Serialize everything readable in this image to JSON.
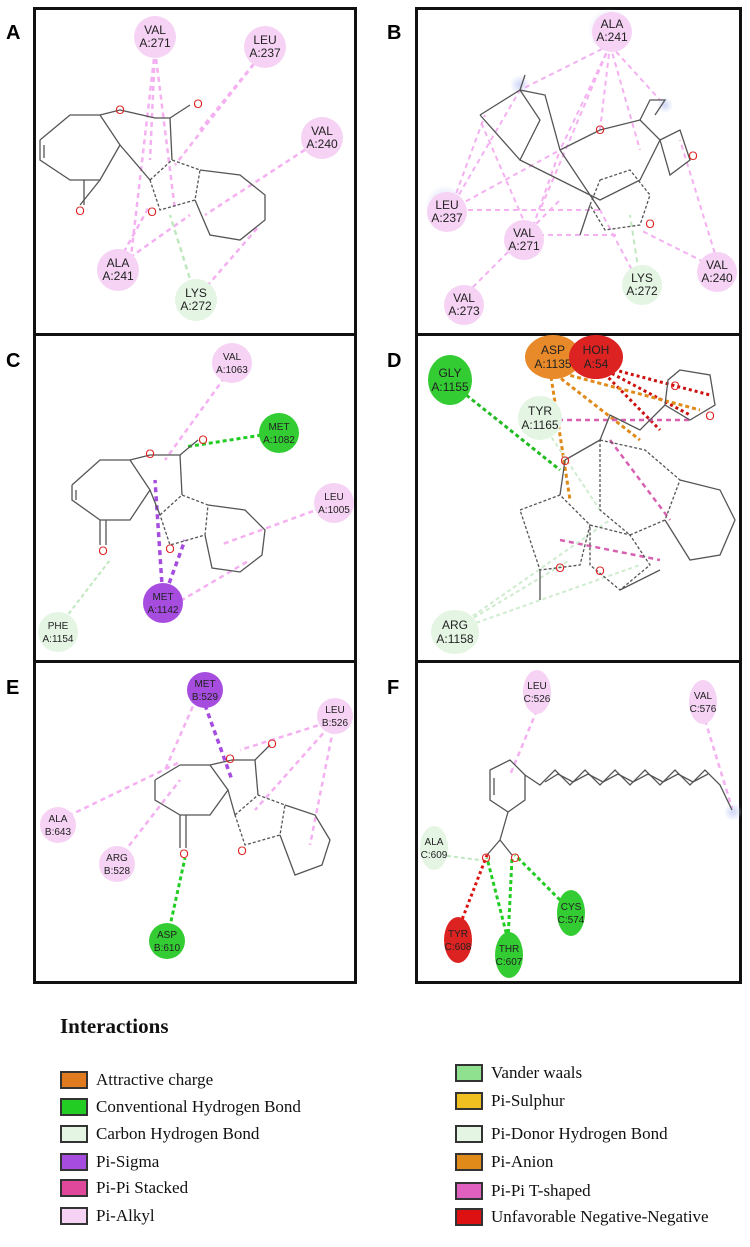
{
  "panels": [
    {
      "label": "A",
      "residues": [
        {
          "name": "VAL",
          "id": "A:271"
        },
        {
          "name": "LEU",
          "id": "A:237"
        },
        {
          "name": "VAL",
          "id": "A:240"
        },
        {
          "name": "ALA",
          "id": "A:241"
        },
        {
          "name": "LYS",
          "id": "A:272"
        }
      ]
    },
    {
      "label": "B",
      "residues": [
        {
          "name": "ALA",
          "id": "A:241"
        },
        {
          "name": "LEU",
          "id": "A:237"
        },
        {
          "name": "VAL",
          "id": "A:271"
        },
        {
          "name": "LYS",
          "id": "A:272"
        },
        {
          "name": "VAL",
          "id": "A:240"
        },
        {
          "name": "VAL",
          "id": "A:273"
        }
      ]
    },
    {
      "label": "C",
      "residues": [
        {
          "name": "VAL",
          "id": "A:1063"
        },
        {
          "name": "MET",
          "id": "A:1082"
        },
        {
          "name": "LEU",
          "id": "A:1005"
        },
        {
          "name": "PHE",
          "id": "A:1154"
        },
        {
          "name": "MET",
          "id": "A:1142"
        }
      ]
    },
    {
      "label": "D",
      "residues": [
        {
          "name": "ASP",
          "id": "A:1135"
        },
        {
          "name": "HOH",
          "id": "A:54"
        },
        {
          "name": "GLY",
          "id": "A:1155"
        },
        {
          "name": "TYR",
          "id": "A:1165"
        },
        {
          "name": "ARG",
          "id": "A:1158"
        }
      ]
    },
    {
      "label": "E",
      "residues": [
        {
          "name": "MET",
          "id": "B:529"
        },
        {
          "name": "LEU",
          "id": "B:526"
        },
        {
          "name": "ALA",
          "id": "B:643"
        },
        {
          "name": "ARG",
          "id": "B:528"
        },
        {
          "name": "ASP",
          "id": "B:610"
        }
      ]
    },
    {
      "label": "F",
      "residues": [
        {
          "name": "LEU",
          "id": "C:526"
        },
        {
          "name": "VAL",
          "id": "C:576"
        },
        {
          "name": "ALA",
          "id": "C:609"
        },
        {
          "name": "TYR",
          "id": "C:608"
        },
        {
          "name": "THR",
          "id": "C:607"
        },
        {
          "name": "CYS",
          "id": "C:574"
        }
      ]
    }
  ],
  "atom_labels": {
    "oxygen": "O"
  },
  "legend": {
    "title": "Interactions",
    "items": [
      {
        "label": "Attractive charge",
        "color": "#e07a1f"
      },
      {
        "label": "Conventional Hydrogen Bond",
        "color": "#22cc22"
      },
      {
        "label": "Carbon Hydrogen Bond",
        "color": "#e4f5e4"
      },
      {
        "label": "Pi-Sigma",
        "color": "#a64de0"
      },
      {
        "label": "Pi-Pi Stacked",
        "color": "#e0489c"
      },
      {
        "label": "Pi-Alkyl",
        "color": "#f6d3f4"
      },
      {
        "label": "Vander waals",
        "color": "#8fe08f"
      },
      {
        "label": "Pi-Sulphur",
        "color": "#f0c020"
      },
      {
        "label": "Pi-Donor Hydrogen Bond",
        "color": "#e4f5e4"
      },
      {
        "label": "Pi-Anion",
        "color": "#e08a1a"
      },
      {
        "label": "Pi-Pi T-shaped",
        "color": "#e060c0"
      },
      {
        "label": "Unfavorable Negative-Negative",
        "color": "#dd1111"
      }
    ]
  },
  "colors": {
    "pi_alkyl": "#f4b0f0",
    "pi_alkyl_fill": "#f6d3f4",
    "vdw_fill": "#e4f5e4",
    "hbond": "#22cc22",
    "pi_sigma": "#a64de0",
    "unfavorable": "#dd1111",
    "attractive": "#e07a1f",
    "bond": "#555555",
    "oxygen": "#dd2222"
  }
}
